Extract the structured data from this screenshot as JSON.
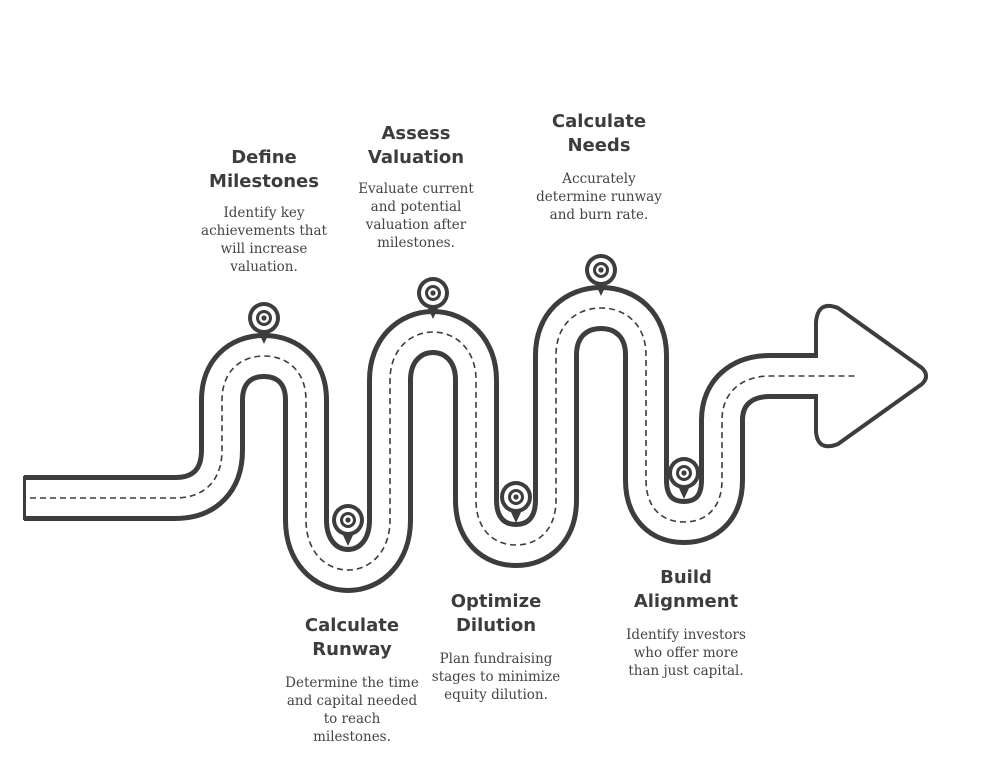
{
  "diagram": {
    "steps": [
      {
        "key": "define-milestones",
        "title": "Define\nMilestones",
        "description": "Identify key\nachievements that\nwill increase\nvaluation."
      },
      {
        "key": "calculate-runway",
        "title": "Calculate\nRunway",
        "description": "Determine the time\nand capital needed\nto reach\nmilestones."
      },
      {
        "key": "assess-valuation",
        "title": "Assess\nValuation",
        "description": "Evaluate current\nand potential\nvaluation after\nmilestones."
      },
      {
        "key": "optimize-dilution",
        "title": "Optimize\nDilution",
        "description": "Plan fundraising\nstages to minimize\nequity dilution."
      },
      {
        "key": "calculate-needs",
        "title": "Calculate\nNeeds",
        "description": "Accurately\ndetermine runway\nand burn rate."
      },
      {
        "key": "build-alignment",
        "title": "Build\nAlignment",
        "description": "Identify investors\nwho offer more\nthan just capital."
      }
    ],
    "colors": {
      "stroke": "#3d3d3d",
      "road_fill": "#ffffff",
      "text": "#3d3d3d"
    }
  }
}
